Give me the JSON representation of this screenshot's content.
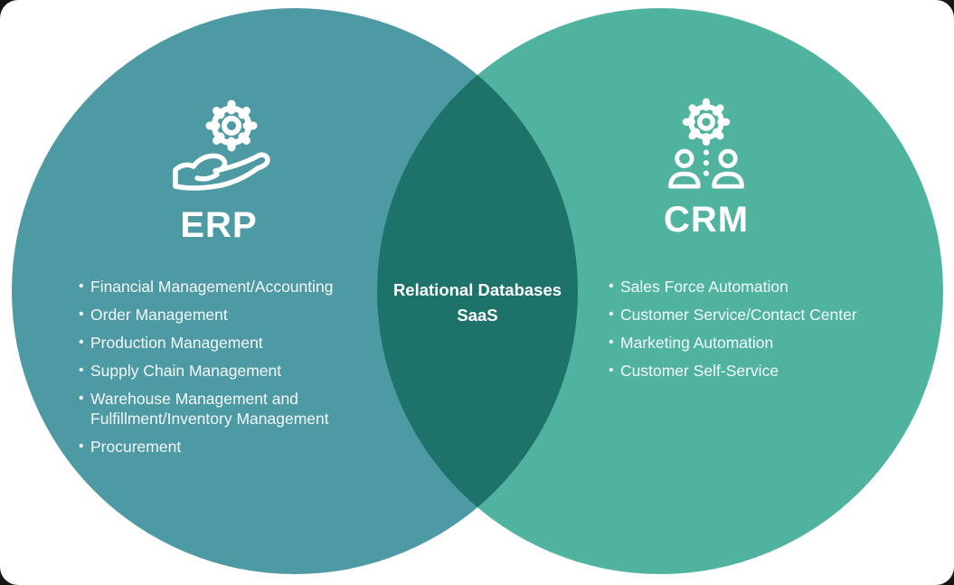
{
  "venn": {
    "left_circle": {
      "label": "ERP",
      "color": "#4E9AA4",
      "icon": "gear-hand-icon",
      "items": [
        "Financial Management/Accounting",
        "Order Management",
        "Production Management",
        "Supply Chain Management",
        "Warehouse Management and Fulfillment/Inventory Management",
        "Procurement"
      ]
    },
    "right_circle": {
      "label": "CRM",
      "color": "#4FB3A0",
      "icon": "gear-people-icon",
      "items": [
        "Sales Force Automation",
        "Customer Service/Contact Center",
        "Marketing Automation",
        "Customer Self-Service"
      ]
    },
    "overlap": {
      "color": "#1D7269",
      "items": [
        "Relational Databases",
        "SaaS"
      ]
    },
    "text_color": "#FFFFFF",
    "card_background": "#FFFFFF"
  }
}
